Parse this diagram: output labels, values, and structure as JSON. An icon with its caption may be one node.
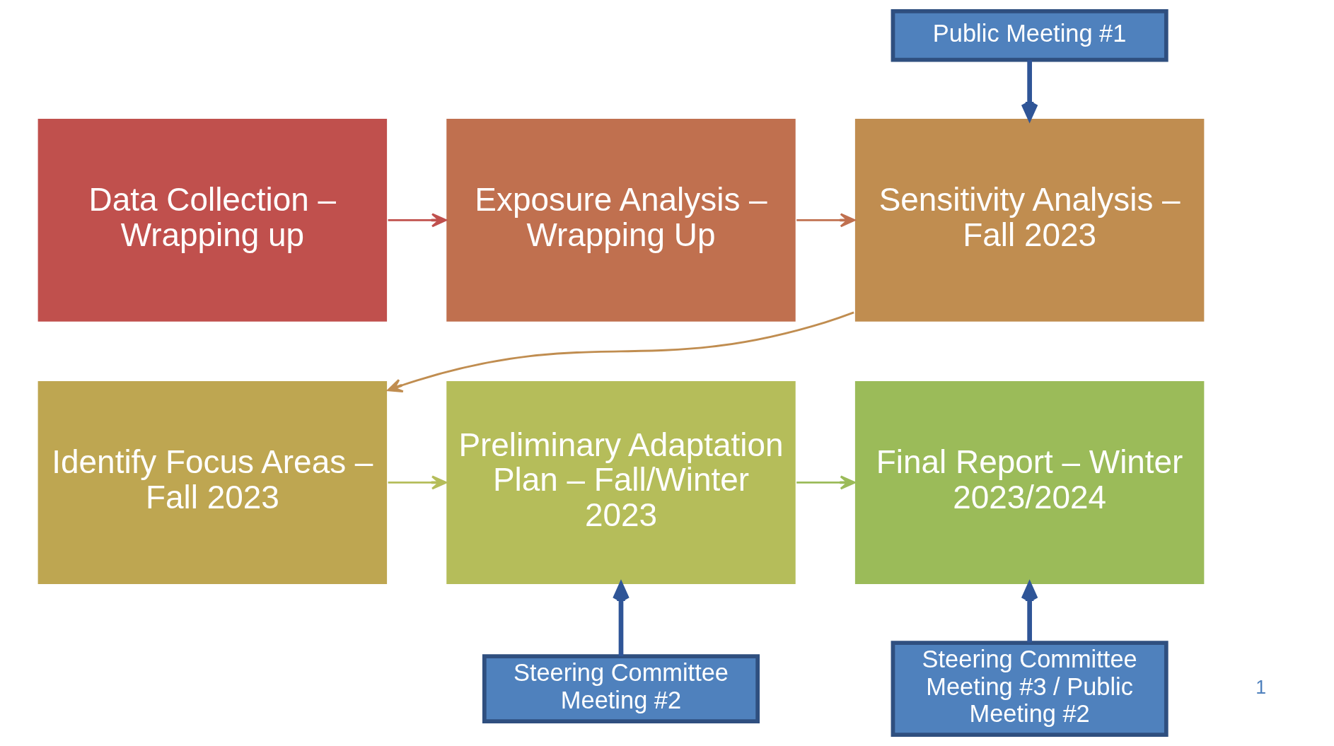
{
  "diagram": {
    "nodes": [
      {
        "text": [
          "Data Collection – Wrapping up"
        ]
      },
      {
        "text": [
          "Exposure Analysis – Wrapping Up"
        ]
      },
      {
        "text": [
          "Sensitivity Analysis – Fall 2023"
        ]
      },
      {
        "text": [
          "Identify Focus Areas – Fall 2023"
        ]
      },
      {
        "text": [
          "Preliminary Adaptation Plan – Fall/Winter 2023"
        ]
      },
      {
        "text": [
          "Final Report – Winter 2023/2024"
        ]
      },
      {
        "text": [
          "Public Meeting #1"
        ]
      },
      {
        "text": [
          "Steering Committee Meeting #2"
        ]
      },
      {
        "text": [
          "Steering Committee Meeting #3 / Public Meeting #2"
        ]
      }
    ],
    "edges": [
      {
        "from": 0,
        "to": 1,
        "arrow": "to",
        "color": "#c0504d"
      },
      {
        "from": 1,
        "to": 2,
        "arrow": "to",
        "color": "#c0704f"
      },
      {
        "from": 2,
        "to": 3,
        "arrow": "to",
        "color": "#c08d50"
      },
      {
        "from": 3,
        "to": 4,
        "arrow": "to",
        "color": "#b5bd5a"
      },
      {
        "from": 4,
        "to": 5,
        "arrow": "to",
        "color": "#9bbb59"
      },
      {
        "from": 6,
        "to": 2,
        "arrow": "to",
        "style": "thick",
        "color": "#2f5597"
      },
      {
        "from": 7,
        "to": 4,
        "arrow": "to",
        "style": "thick",
        "color": "#2f5597"
      },
      {
        "from": 8,
        "to": 5,
        "arrow": "to",
        "style": "thick",
        "color": "#2f5597"
      }
    ],
    "labels": [
      "1"
    ]
  }
}
